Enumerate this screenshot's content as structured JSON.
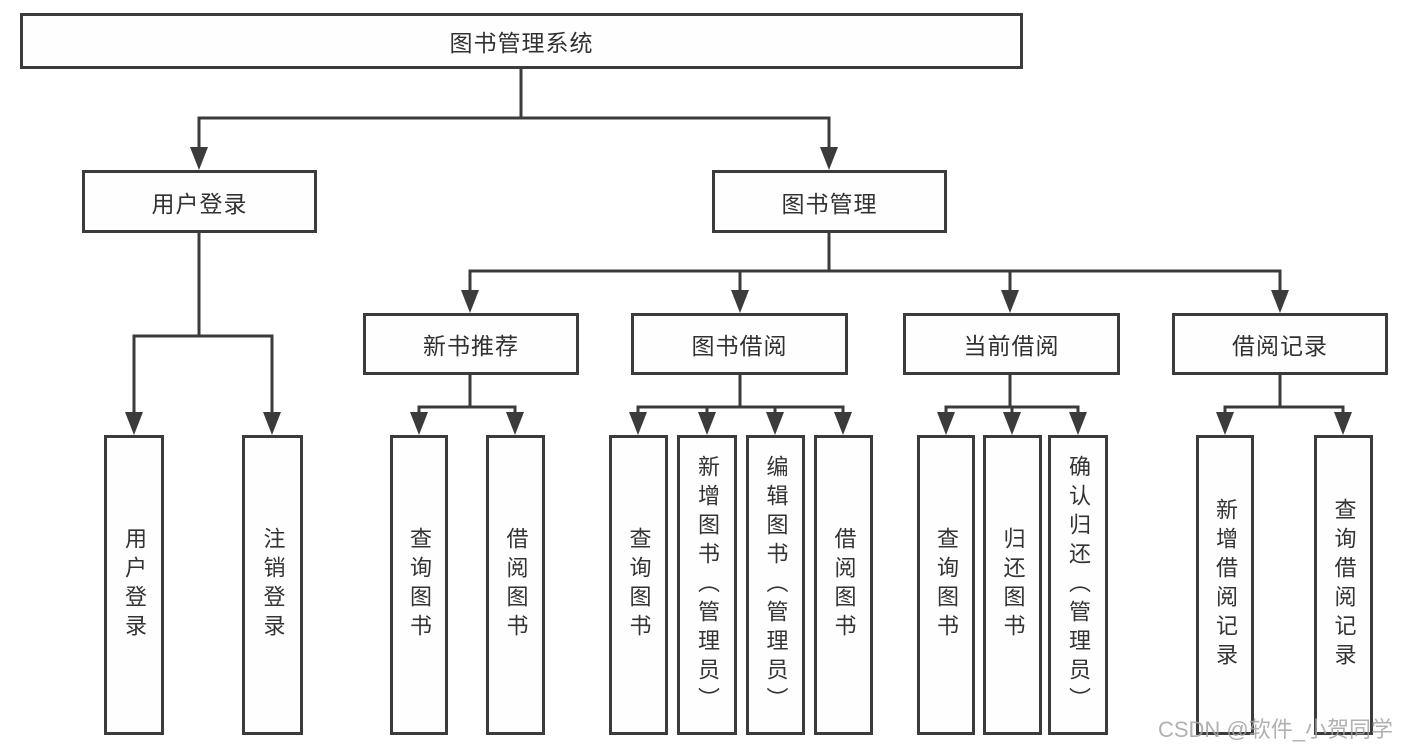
{
  "diagram": {
    "root": "图书管理系统",
    "branches": [
      {
        "label": "用户登录",
        "leaves": [
          "用户登录",
          "注销登录"
        ]
      },
      {
        "label": "图书管理",
        "groups": [
          {
            "label": "新书推荐",
            "leaves": [
              "查询图书",
              "借阅图书"
            ]
          },
          {
            "label": "图书借阅",
            "leaves": [
              "查询图书",
              "新增图书（管理员）",
              "编辑图书（管理员）",
              "借阅图书"
            ]
          },
          {
            "label": "当前借阅",
            "leaves": [
              "查询图书",
              "归还图书",
              "确认归还（管理员）"
            ]
          },
          {
            "label": "借阅记录",
            "leaves": [
              "新增借阅记录",
              "查询借阅记录"
            ]
          }
        ]
      }
    ],
    "watermark": "CSDN @软件_小贺同学",
    "colors": {
      "line": "#3b3b3b",
      "text": "#333333",
      "watermark": "#a3a3a3",
      "background": "#ffffff"
    }
  }
}
